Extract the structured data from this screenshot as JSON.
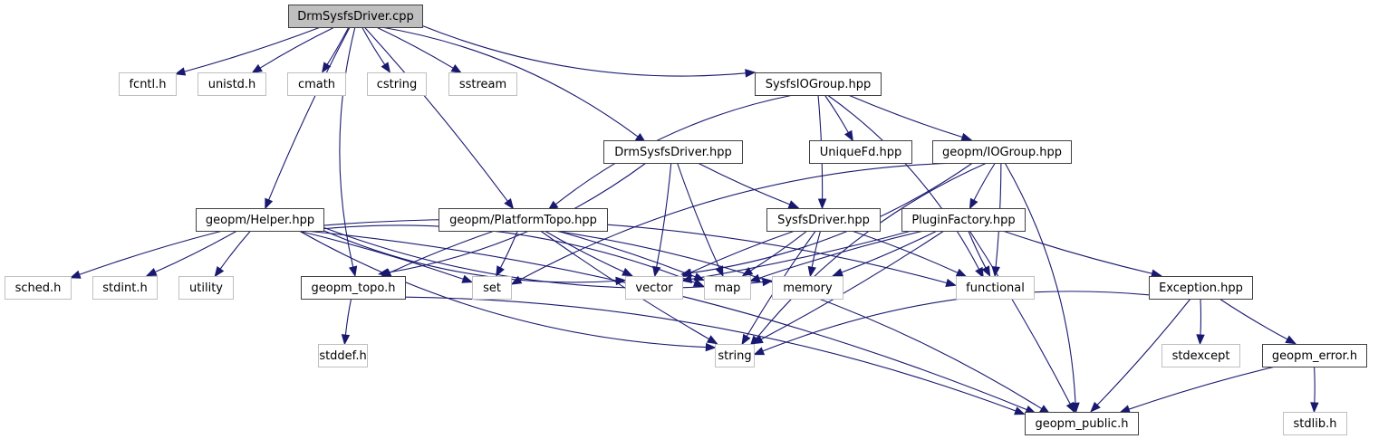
{
  "title": "DrmSysfsDriver.cpp",
  "colors": {
    "edge": "#191970",
    "root_fill": "#bfbfbf",
    "project_border": "#404040",
    "system_border": "#bfbfbf"
  },
  "nodes": [
    {
      "id": "root",
      "label": "DrmSysfsDriver.cpp",
      "kind": "root"
    },
    {
      "id": "fcntl",
      "label": "fcntl.h",
      "kind": "system"
    },
    {
      "id": "unistd",
      "label": "unistd.h",
      "kind": "system"
    },
    {
      "id": "cmath",
      "label": "cmath",
      "kind": "system"
    },
    {
      "id": "cstring",
      "label": "cstring",
      "kind": "system"
    },
    {
      "id": "sstream",
      "label": "sstream",
      "kind": "system"
    },
    {
      "id": "sysfsiogroup",
      "label": "SysfsIOGroup.hpp",
      "kind": "project"
    },
    {
      "id": "drmsysfsdriver_hpp",
      "label": "DrmSysfsDriver.hpp",
      "kind": "project"
    },
    {
      "id": "uniquefd",
      "label": "UniqueFd.hpp",
      "kind": "project"
    },
    {
      "id": "iogroup",
      "label": "geopm/IOGroup.hpp",
      "kind": "project"
    },
    {
      "id": "helper",
      "label": "geopm/Helper.hpp",
      "kind": "project"
    },
    {
      "id": "platformtopo",
      "label": "geopm/PlatformTopo.hpp",
      "kind": "project"
    },
    {
      "id": "sysfsdriver",
      "label": "SysfsDriver.hpp",
      "kind": "project"
    },
    {
      "id": "pluginfactory",
      "label": "PluginFactory.hpp",
      "kind": "project"
    },
    {
      "id": "sched",
      "label": "sched.h",
      "kind": "system"
    },
    {
      "id": "stdint",
      "label": "stdint.h",
      "kind": "system"
    },
    {
      "id": "utility",
      "label": "utility",
      "kind": "system"
    },
    {
      "id": "geopm_topo",
      "label": "geopm_topo.h",
      "kind": "project"
    },
    {
      "id": "set",
      "label": "set",
      "kind": "system"
    },
    {
      "id": "vector",
      "label": "vector",
      "kind": "system"
    },
    {
      "id": "map",
      "label": "map",
      "kind": "system"
    },
    {
      "id": "memory",
      "label": "memory",
      "kind": "system"
    },
    {
      "id": "functional",
      "label": "functional",
      "kind": "system"
    },
    {
      "id": "exception",
      "label": "Exception.hpp",
      "kind": "project"
    },
    {
      "id": "stddef",
      "label": "stddef.h",
      "kind": "system"
    },
    {
      "id": "string",
      "label": "string",
      "kind": "system"
    },
    {
      "id": "stdexcept",
      "label": "stdexcept",
      "kind": "system"
    },
    {
      "id": "geopm_error",
      "label": "geopm_error.h",
      "kind": "project"
    },
    {
      "id": "geopm_public",
      "label": "geopm_public.h",
      "kind": "project"
    },
    {
      "id": "stdlib",
      "label": "stdlib.h",
      "kind": "system"
    }
  ],
  "edges": [
    [
      "root",
      "fcntl"
    ],
    [
      "root",
      "unistd"
    ],
    [
      "root",
      "cmath"
    ],
    [
      "root",
      "cstring"
    ],
    [
      "root",
      "sstream"
    ],
    [
      "root",
      "sysfsiogroup"
    ],
    [
      "root",
      "drmsysfsdriver_hpp"
    ],
    [
      "root",
      "helper"
    ],
    [
      "root",
      "platformtopo"
    ],
    [
      "root",
      "geopm_topo"
    ],
    [
      "sysfsiogroup",
      "uniquefd"
    ],
    [
      "sysfsiogroup",
      "iogroup"
    ],
    [
      "sysfsiogroup",
      "sysfsdriver"
    ],
    [
      "sysfsiogroup",
      "platformtopo"
    ],
    [
      "sysfsiogroup",
      "functional"
    ],
    [
      "drmsysfsdriver_hpp",
      "sysfsdriver"
    ],
    [
      "drmsysfsdriver_hpp",
      "vector"
    ],
    [
      "drmsysfsdriver_hpp",
      "map"
    ],
    [
      "drmsysfsdriver_hpp",
      "geopm_topo"
    ],
    [
      "iogroup",
      "pluginfactory"
    ],
    [
      "iogroup",
      "vector"
    ],
    [
      "iogroup",
      "set"
    ],
    [
      "iogroup",
      "functional"
    ],
    [
      "iogroup",
      "string"
    ],
    [
      "iogroup",
      "geopm_public"
    ],
    [
      "helper",
      "sched"
    ],
    [
      "helper",
      "stdint"
    ],
    [
      "helper",
      "utility"
    ],
    [
      "helper",
      "set"
    ],
    [
      "helper",
      "vector"
    ],
    [
      "helper",
      "map"
    ],
    [
      "helper",
      "memory"
    ],
    [
      "helper",
      "functional"
    ],
    [
      "helper",
      "string"
    ],
    [
      "helper",
      "geopm_public"
    ],
    [
      "platformtopo",
      "geopm_topo"
    ],
    [
      "platformtopo",
      "set"
    ],
    [
      "platformtopo",
      "vector"
    ],
    [
      "platformtopo",
      "map"
    ],
    [
      "platformtopo",
      "string"
    ],
    [
      "platformtopo",
      "geopm_public"
    ],
    [
      "sysfsdriver",
      "vector"
    ],
    [
      "sysfsdriver",
      "map"
    ],
    [
      "sysfsdriver",
      "memory"
    ],
    [
      "sysfsdriver",
      "functional"
    ],
    [
      "sysfsdriver",
      "string"
    ],
    [
      "pluginfactory",
      "vector"
    ],
    [
      "pluginfactory",
      "map"
    ],
    [
      "pluginfactory",
      "memory"
    ],
    [
      "pluginfactory",
      "functional"
    ],
    [
      "pluginfactory",
      "string"
    ],
    [
      "pluginfactory",
      "exception"
    ],
    [
      "pluginfactory",
      "geopm_public"
    ],
    [
      "geopm_topo",
      "stddef"
    ],
    [
      "geopm_topo",
      "geopm_public"
    ],
    [
      "exception",
      "string"
    ],
    [
      "exception",
      "stdexcept"
    ],
    [
      "exception",
      "geopm_error"
    ],
    [
      "exception",
      "geopm_public"
    ],
    [
      "geopm_error",
      "geopm_public"
    ],
    [
      "geopm_error",
      "stdlib"
    ]
  ]
}
